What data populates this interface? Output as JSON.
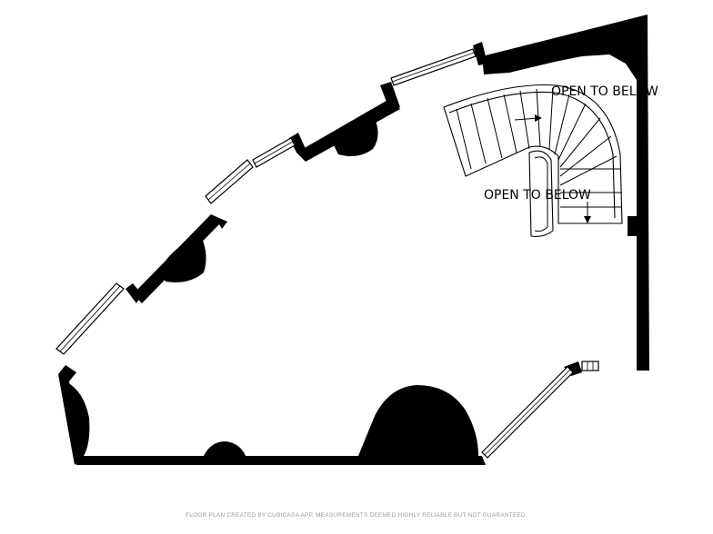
{
  "floor_plan": {
    "labels": {
      "open_upper": "OPEN TO BELOW",
      "open_lower": "OPEN TO BELOW"
    },
    "footer": "FLOOR PLAN CREATED BY CUBICASA APP. MEASUREMENTS DEEMED HIGHLY RELIABLE BUT NOT GUARANTEED.",
    "colors": {
      "wall": "#000000",
      "background": "#ffffff",
      "footer_text": "#9a9a9a"
    }
  }
}
